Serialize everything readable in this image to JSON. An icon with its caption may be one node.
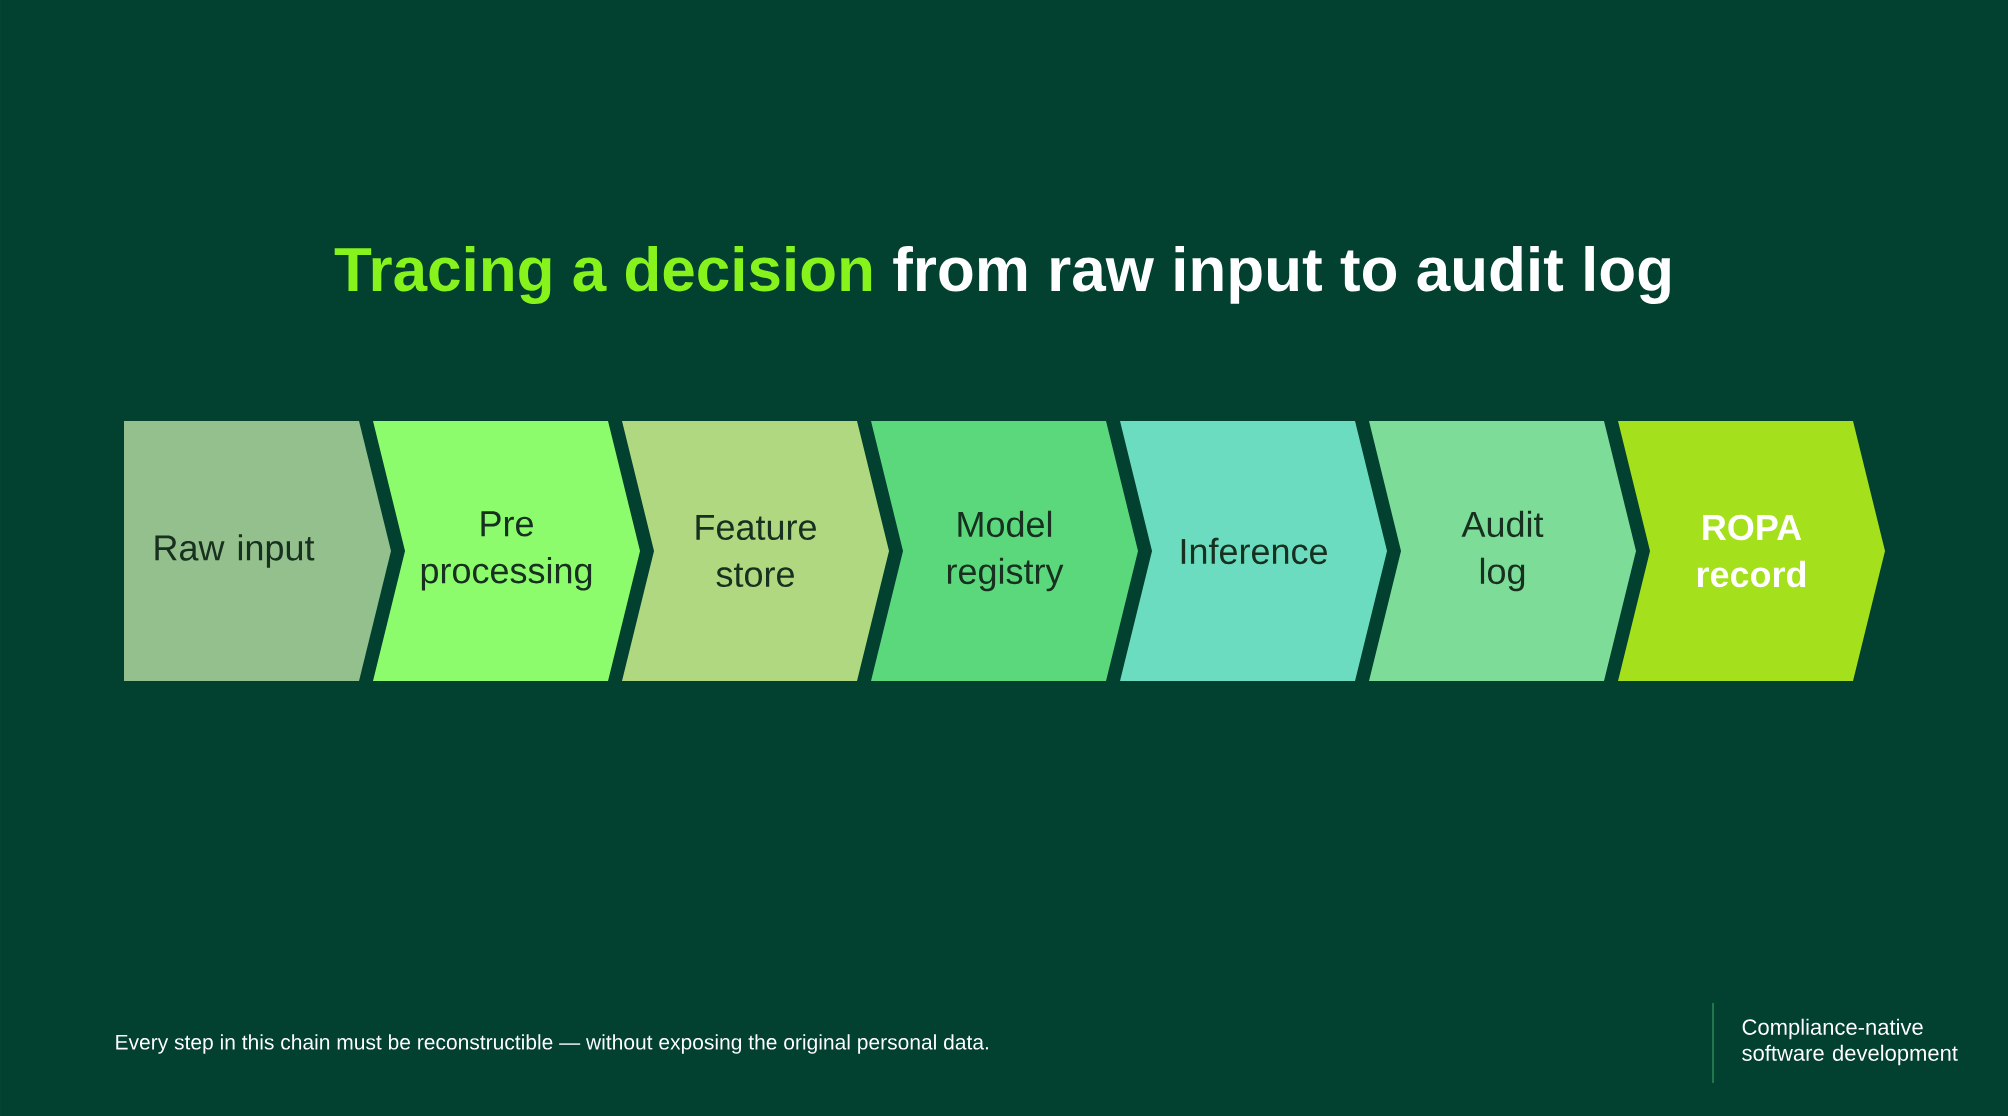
{
  "diagram": {
    "title": "**Tracing a decision** from raw input to audit log",
    "nodes": [
      {
        "text": [
          "Raw input"
        ]
      },
      {
        "text": [
          "Pre processing"
        ]
      },
      {
        "text": [
          "Feature store"
        ]
      },
      {
        "text": [
          "Model registry"
        ]
      },
      {
        "text": [
          "Inference"
        ]
      },
      {
        "text": [
          "Audit log"
        ]
      },
      {
        "text": [
          "ROPA record"
        ]
      }
    ],
    "labels": [
      "Every step in this chain must be reconstructible — without exposing the original personal data.",
      "Compliance-native software development"
    ]
  }
}
